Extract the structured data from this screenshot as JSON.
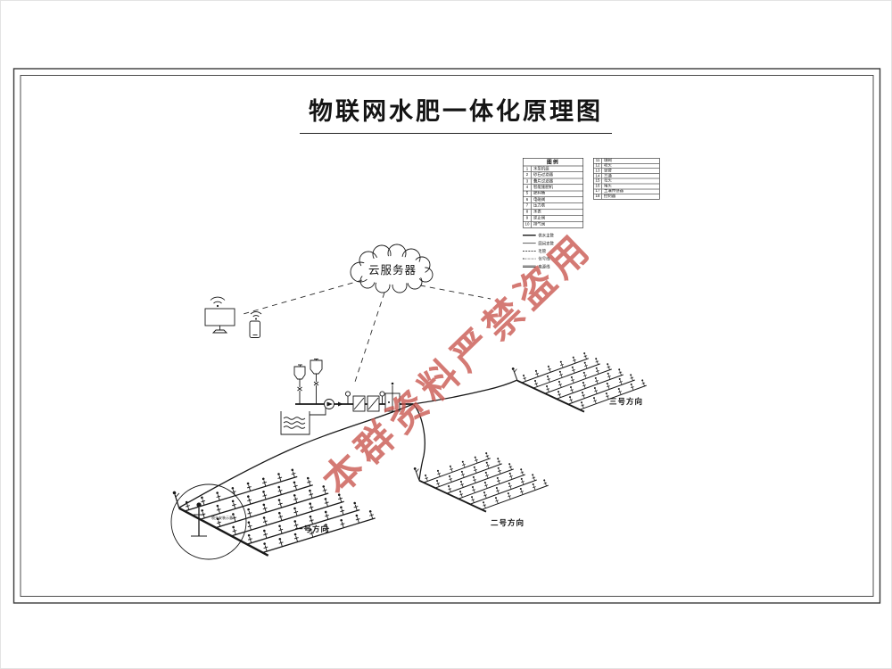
{
  "page": {
    "title": "物联网水肥一体化原理图",
    "watermark": "本群资料严禁盗用",
    "line_color": "#181818",
    "watermark_color": "#c9554e"
  },
  "cloud": {
    "label": "云服务器"
  },
  "legend": {
    "title": "图例",
    "left_rows": [
      {
        "no": "1",
        "name": "水泵机组"
      },
      {
        "no": "2",
        "name": "砂石过滤器"
      },
      {
        "no": "3",
        "name": "叠片过滤器"
      },
      {
        "no": "4",
        "name": "智能施肥机"
      },
      {
        "no": "5",
        "name": "肥料桶"
      },
      {
        "no": "6",
        "name": "电磁阀"
      },
      {
        "no": "7",
        "name": "压力表"
      },
      {
        "no": "8",
        "name": "水表"
      },
      {
        "no": "9",
        "name": "逆止阀"
      },
      {
        "no": "10",
        "name": "排气阀"
      }
    ],
    "right_rows": [
      {
        "no": "11",
        "name": "球阀"
      },
      {
        "no": "12",
        "name": "喷头"
      },
      {
        "no": "13",
        "name": "竖管"
      },
      {
        "no": "14",
        "name": "三通"
      },
      {
        "no": "15",
        "name": "弯头"
      },
      {
        "no": "16",
        "name": "堵头"
      },
      {
        "no": "17",
        "name": "土壤传感器"
      },
      {
        "no": "18",
        "name": "控制器"
      }
    ],
    "line_rows": [
      {
        "name": "供水主管"
      },
      {
        "name": "田间支管"
      },
      {
        "name": "毛管"
      },
      {
        "name": "信号线"
      },
      {
        "name": "电源线"
      }
    ]
  },
  "fields": [
    {
      "label": "一号方向"
    },
    {
      "label": "二号方向"
    },
    {
      "label": "三号方向"
    }
  ],
  "detail": {
    "note": "喷头安装示意"
  }
}
